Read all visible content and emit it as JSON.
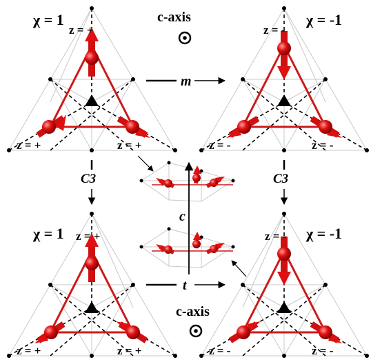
{
  "top_left": {
    "chi": "χ = 1",
    "z_top": "z = +",
    "z_left": "z = +",
    "z_right": "z = +"
  },
  "top_right": {
    "chi": "χ = -1",
    "z_top": "z = -",
    "z_left": "z = -",
    "z_right": "z = -"
  },
  "bottom_left": {
    "chi": "χ = 1",
    "z_top": "z = +",
    "z_left": "z = +",
    "z_right": "z = +"
  },
  "bottom_right": {
    "chi": "χ = -1",
    "z_top": "z = -",
    "z_left": "z = -",
    "z_right": "z = -"
  },
  "top_axis_label": "c-axis",
  "bottom_axis_label": "c-axis",
  "op_m": "m",
  "op_t": "t",
  "op_c3_left": "C3",
  "op_c3_right": "C3",
  "c_axis_center": "c",
  "colors": {
    "spin": "#e01010",
    "triangle": "#cc1a1a",
    "grid": "#c8c8c8",
    "dash": "#000000"
  }
}
